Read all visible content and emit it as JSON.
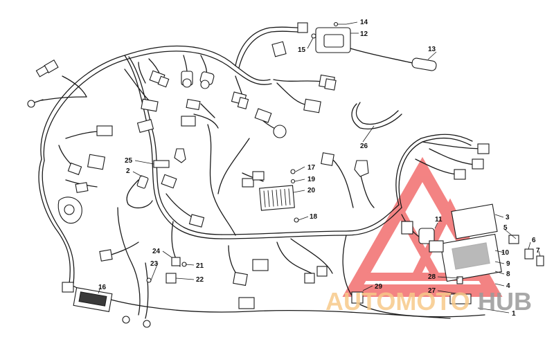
{
  "callouts": [
    {
      "id": "c1",
      "label": "1"
    },
    {
      "id": "c2",
      "label": "2"
    },
    {
      "id": "c3",
      "label": "3"
    },
    {
      "id": "c4",
      "label": "4"
    },
    {
      "id": "c5",
      "label": "5"
    },
    {
      "id": "c6",
      "label": "6"
    },
    {
      "id": "c7",
      "label": "7"
    },
    {
      "id": "c8",
      "label": "8"
    },
    {
      "id": "c9",
      "label": "9"
    },
    {
      "id": "c10",
      "label": "10"
    },
    {
      "id": "c11",
      "label": "11"
    },
    {
      "id": "c12",
      "label": "12"
    },
    {
      "id": "c13",
      "label": "13"
    },
    {
      "id": "c14",
      "label": "14"
    },
    {
      "id": "c15",
      "label": "15"
    },
    {
      "id": "c16",
      "label": "16"
    },
    {
      "id": "c17",
      "label": "17"
    },
    {
      "id": "c18",
      "label": "18"
    },
    {
      "id": "c19",
      "label": "19"
    },
    {
      "id": "c20",
      "label": "20"
    },
    {
      "id": "c21",
      "label": "21"
    },
    {
      "id": "c22",
      "label": "22"
    },
    {
      "id": "c23",
      "label": "23"
    },
    {
      "id": "c24",
      "label": "24"
    },
    {
      "id": "c25",
      "label": "25"
    },
    {
      "id": "c26",
      "label": "26"
    },
    {
      "id": "c27",
      "label": "27"
    },
    {
      "id": "c28",
      "label": "28"
    },
    {
      "id": "c29",
      "label": "29"
    }
  ],
  "watermark": {
    "text_part1": "AUTOMOTO",
    "text_part2": "HUB",
    "color_part1": "#f7c98a",
    "color_part2": "#9a9a9a",
    "logo_color": "#f05a5a"
  }
}
